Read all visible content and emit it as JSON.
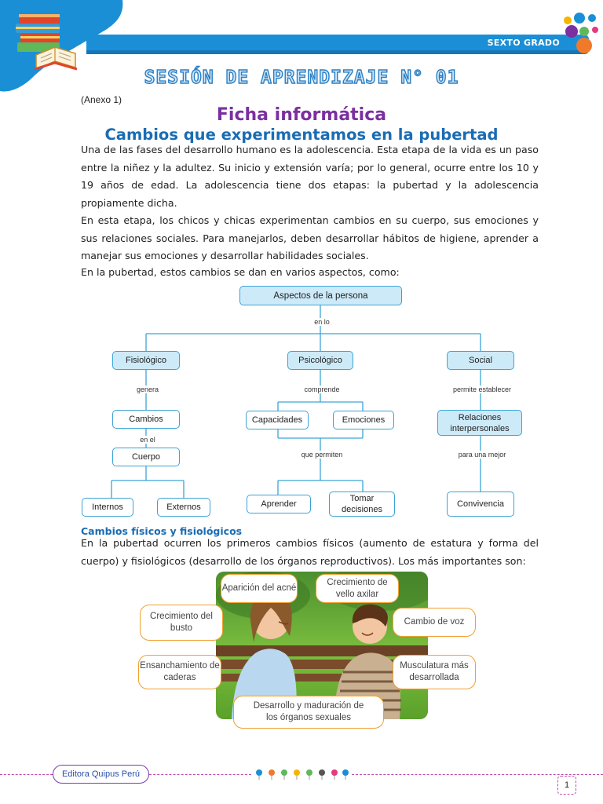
{
  "header": {
    "grade": "SEXTO GRADO",
    "session_title": "SESIÓN DE APRENDIZAJE N° 01",
    "annex": "(Anexo 1)",
    "accent": "#1a8fd6"
  },
  "document": {
    "title": "Ficha informática",
    "subtitle": "Cambios que experimentamos en la pubertad",
    "paragraph1": "Una de las fases del desarrollo humano es la adolescencia. Esta etapa de la vida es un paso entre la niñez y la adultez. Su inicio y extensión varía; por lo general, ocurre entre los 10 y 19 años de edad. La adolescencia tiene dos etapas: la pubertad y la adolescencia propiamente dicha.",
    "paragraph2": "En esta etapa, los chicos y chicas experimentan cambios en su cuerpo, sus emociones y sus relaciones sociales. Para manejarlos, deben desarrollar hábitos de higiene, aprender a manejar sus emociones y desarrollar habilidades sociales.",
    "paragraph3": "En la pubertad, estos cambios se dan en varios aspectos, como:",
    "section_heading": "Cambios físicos y fisiológicos",
    "paragraph4": "En la pubertad ocurren los primeros cambios físicos (aumento de estatura y forma del cuerpo) y fisiológicos (desarrollo de los órganos reproductivos). Los más importantes son:"
  },
  "concept_map": {
    "root": "Aspectos de la persona",
    "root_link": "en lo",
    "fisiologico": {
      "label": "Fisiológico",
      "link": "genera",
      "cambios": "Cambios",
      "link2": "en el",
      "cuerpo": "Cuerpo",
      "internos": "Internos",
      "externos": "Externos"
    },
    "psicologico": {
      "label": "Psicológico",
      "link": "comprende",
      "capacidades": "Capacidades",
      "emociones": "Emociones",
      "link2": "que permiten",
      "aprender": "Aprender",
      "tomar_decisiones": "Tomar decisiones"
    },
    "social": {
      "label": "Social",
      "link": "permite establecer",
      "relaciones": "Relaciones interpersonales",
      "link2": "para una mejor",
      "convivencia": "Convivencia"
    }
  },
  "illustration": {
    "labels": {
      "acne": "Aparición del acné",
      "vello": "Crecimiento de vello axilar",
      "busto": "Crecimiento del busto",
      "voz": "Cambio de voz",
      "caderas": "Ensanchamiento de caderas",
      "musculatura": "Musculatura más desarrollada",
      "organos": "Desarrollo y maduración de los órganos sexuales"
    }
  },
  "footer": {
    "publisher": "Editora Quipus Perú",
    "page": "1"
  }
}
